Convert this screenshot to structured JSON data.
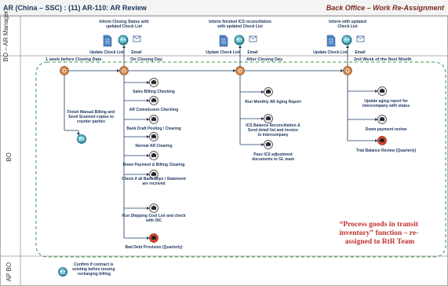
{
  "header": {
    "title": "AR (China – SSC) : (11) AR-110: AR Review",
    "subtitle": "Back Office – Work Re-Assignment"
  },
  "lanes": {
    "manager": "BO – AR Manager",
    "bo": "BO",
    "ap_bo": "AP BO"
  },
  "manager_groups": [
    {
      "caption_lines": [
        "Inform Closing Status with",
        "updated Check List"
      ],
      "doc_label": "Update Check List",
      "email_label": "Email"
    },
    {
      "caption_lines": [
        "Inform finished ICS reconciliation",
        "with updated Check List"
      ],
      "doc_label": "Update Check List",
      "email_label": "Email"
    },
    {
      "caption_lines": [
        "Inform with updated",
        "Check List"
      ],
      "doc_label": "Update Check List",
      "email_label": "Email"
    }
  ],
  "milestones": [
    {
      "label": "1 week before Closing Date"
    },
    {
      "label": "On Closing Day"
    },
    {
      "label": "After Closing Day"
    },
    {
      "label": "2nd Week of the Next Month"
    }
  ],
  "side_task": {
    "lines": [
      "Finish Manual Billing and",
      "Send Scanned copies to",
      "counter parties"
    ]
  },
  "closing_day_tasks": [
    {
      "lines": [
        "Sales Billing Checking"
      ],
      "color": "gray"
    },
    {
      "lines": [
        "AR Commission Checking"
      ],
      "color": "gray"
    },
    {
      "lines": [
        "Bank Draft Posting / Clearing"
      ],
      "color": "gray"
    },
    {
      "lines": [
        "Normal AR Clearing"
      ],
      "color": "gray"
    },
    {
      "lines": [
        "Down Payment & Billing Clearing"
      ],
      "color": "gray"
    },
    {
      "lines": [
        "Check if all Bank Slips / Statement",
        "are received"
      ],
      "color": "gray"
    },
    {
      "lines": [
        "Run Shipping Cost List and check",
        "with OIC"
      ],
      "color": "gray"
    },
    {
      "lines": [
        "Bad Debt Provision (Quarterly)"
      ],
      "color": "red"
    }
  ],
  "after_closing_tasks": [
    {
      "lines": [
        "Run Monthly AR Aging Report"
      ],
      "color": "gray"
    },
    {
      "lines": [
        "ICS Balance Reconciliation &",
        "Send detail list and invoice",
        "to intercompany"
      ],
      "color": "gray"
    },
    {
      "lines": [
        "Pass ICS adjustment",
        "documents to GL team"
      ],
      "color": "gray"
    }
  ],
  "second_week_tasks": [
    {
      "lines": [
        "Update aging report for",
        "intercompany with status"
      ],
      "color": "gray"
    },
    {
      "lines": [
        "Down payment review"
      ],
      "color": "gray"
    },
    {
      "lines": [
        "Trial Balance Review (Quarterly)"
      ],
      "color": "red"
    }
  ],
  "note": {
    "lines": [
      "“Process goods in transit",
      "inventory” function – re-",
      "assigned to RtR Team"
    ]
  },
  "ap_task": {
    "lines": [
      "Confirm if contract is",
      "existing before issuing",
      "recharging billing"
    ]
  },
  "colors": {
    "navy": "#1f3a60",
    "teal": "#1e8fa6",
    "red_task": "#d9482a",
    "note_red": "#c0302a",
    "dashed_green": "#3a9a4a"
  }
}
